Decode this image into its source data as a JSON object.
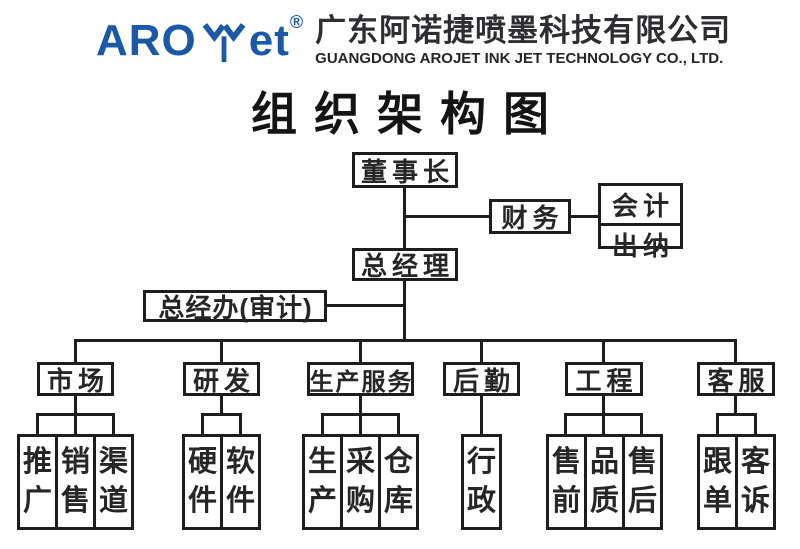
{
  "header": {
    "logo_left": "ARO",
    "logo_right": "et",
    "registered_mark": "®",
    "company_name_cn": "广东阿诺捷喷墨科技有限公司",
    "company_name_en": "GUANGDONG AROJET INK JET TECHNOLOGY CO., LTD.",
    "brand_color": "#1b59a8",
    "icons": {
      "logo_leaf": "leaf-icon"
    }
  },
  "title": "组织架构图",
  "chart": {
    "chairman": "董事长",
    "finance": "财务",
    "finance_children": [
      "会计",
      "出纳"
    ],
    "general_manager": "总经理",
    "gm_office": "总经办(审计)",
    "departments": [
      {
        "label": "市场",
        "children": [
          "推广",
          "销售",
          "渠道"
        ]
      },
      {
        "label": "研发",
        "children": [
          "硬件",
          "软件"
        ]
      },
      {
        "label": "生产服务",
        "children": [
          "生产",
          "采购",
          "仓库"
        ]
      },
      {
        "label": "后勤",
        "children": [
          "行政"
        ]
      },
      {
        "label": "工程",
        "children": [
          "售前",
          "品质",
          "售后"
        ]
      },
      {
        "label": "客服",
        "children": [
          "跟单",
          "客诉"
        ]
      }
    ]
  }
}
